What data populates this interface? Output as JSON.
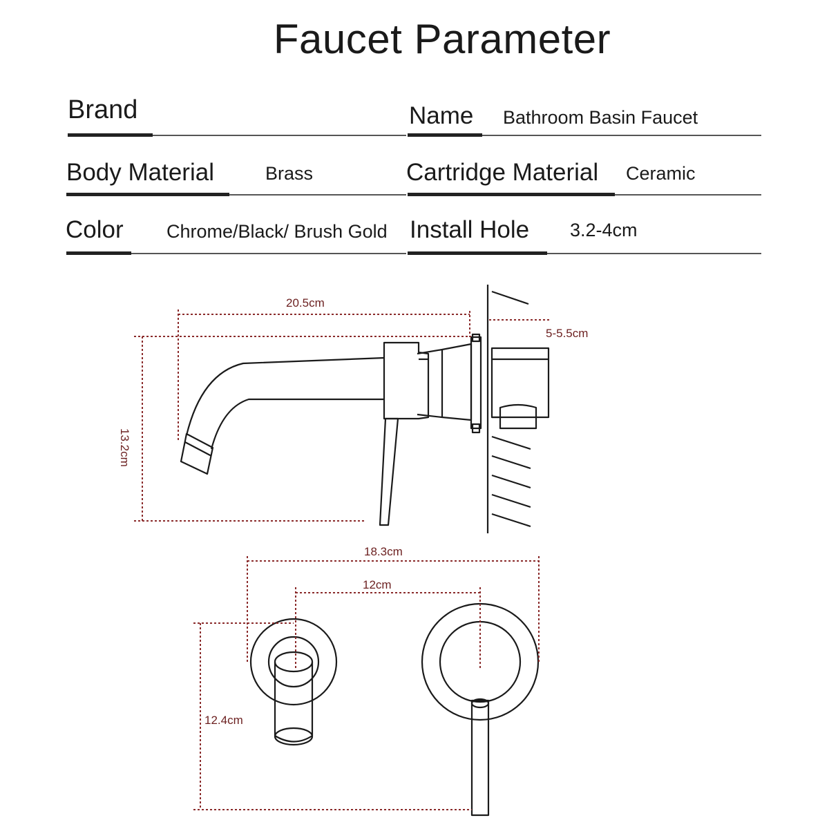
{
  "title": "Faucet Parameter",
  "specs": {
    "brand": {
      "label": "Brand",
      "value": ""
    },
    "name": {
      "label": "Name",
      "value": "Bathroom Basin Faucet"
    },
    "body_material": {
      "label": "Body Material",
      "value": "Brass"
    },
    "cartridge_material": {
      "label": "Cartridge Material",
      "value": "Ceramic"
    },
    "color": {
      "label": "Color",
      "value": "Chrome/Black/ Brush Gold"
    },
    "install_hole": {
      "label": "Install Hole",
      "value": "3.2-4cm"
    }
  },
  "dimensions": {
    "side_length": "20.5cm",
    "wall_depth": "5-5.5cm",
    "side_height": "13.2cm",
    "front_width": "18.3cm",
    "center_distance": "12cm",
    "front_height": "12.4cm"
  },
  "colors": {
    "dimension_line": "#8a2a2a",
    "outline": "#1a1a1a"
  }
}
